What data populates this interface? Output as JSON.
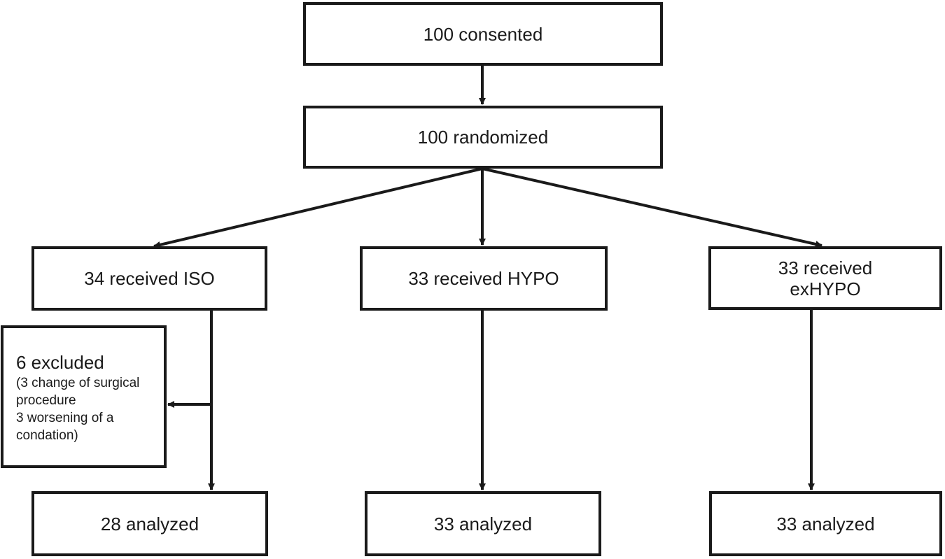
{
  "flowchart": {
    "consented": "100 consented",
    "randomized": "100 randomized",
    "arms": {
      "iso": "34 received ISO",
      "hypo": "33 received HYPO",
      "exhypo": "33 received exHYPO"
    },
    "excluded": {
      "title": "6 excluded",
      "detail_lines": [
        "(3 change of surgical",
        "procedure",
        "3 worsening of a",
        "condation)"
      ]
    },
    "analyzed": {
      "iso": "28 analyzed",
      "hypo": "33 analyzed",
      "exhypo": "33 analyzed"
    }
  },
  "colors": {
    "stroke": "#1a1a1a",
    "background": "#ffffff"
  }
}
